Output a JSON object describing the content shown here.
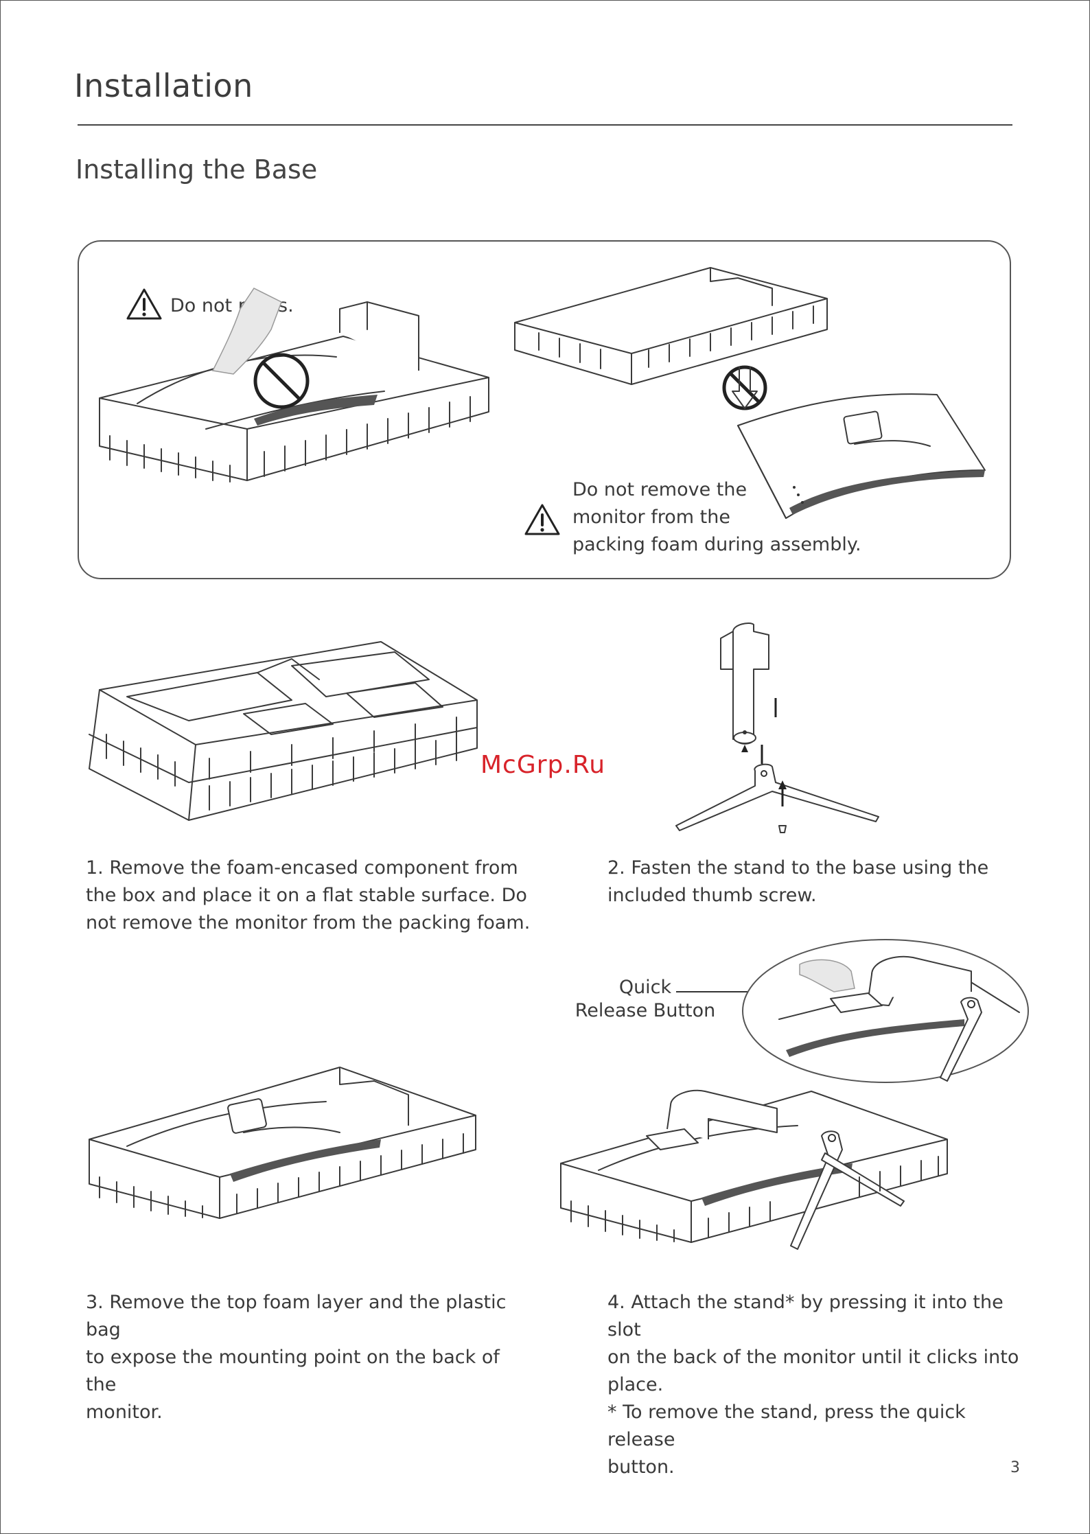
{
  "header": {
    "title": "Installation",
    "subtitle": "Installing the Base"
  },
  "warnings": {
    "do_not_press": "Do not press.",
    "do_not_remove_lines": [
      "Do not remove the",
      "monitor from the",
      "packing foam during assembly."
    ]
  },
  "steps": {
    "step1_lines": [
      "1. Remove the foam-encased component from",
      "the box and place it on a flat stable surface. Do",
      "not remove the monitor from the packing foam."
    ],
    "step2_lines": [
      "2. Fasten the stand to the base using the",
      "included thumb screw."
    ],
    "step3_lines": [
      "3. Remove the top foam layer and the plastic bag",
      "to expose the mounting point on the back of the",
      "monitor."
    ],
    "step4_lines": [
      "4. Attach the stand* by pressing it into the slot",
      "on the back of the monitor until it clicks into",
      "place.",
      "* To remove the stand, press the quick release",
      "button."
    ]
  },
  "callouts": {
    "quick_release_lines": [
      "Quick",
      "Release Button"
    ]
  },
  "watermark": "McGrp.Ru",
  "page_number": "3",
  "icons": [
    "warning-triangle-icon",
    "prohibited-icon"
  ],
  "colors": {
    "watermark": "#d8232a",
    "line": "#3a3a3a"
  }
}
